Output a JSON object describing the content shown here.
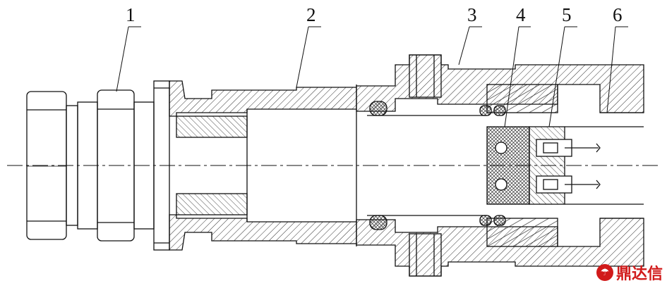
{
  "callouts": [
    {
      "id": "1",
      "label": "1"
    },
    {
      "id": "2",
      "label": "2"
    },
    {
      "id": "3",
      "label": "3"
    },
    {
      "id": "4",
      "label": "4"
    },
    {
      "id": "5",
      "label": "5"
    },
    {
      "id": "6",
      "label": "6"
    }
  ],
  "watermark": {
    "mark": "☂",
    "text": "鼎达信"
  },
  "colors": {
    "line": "#111111",
    "hatch": "#333333",
    "watermark": "#d11a1a"
  }
}
